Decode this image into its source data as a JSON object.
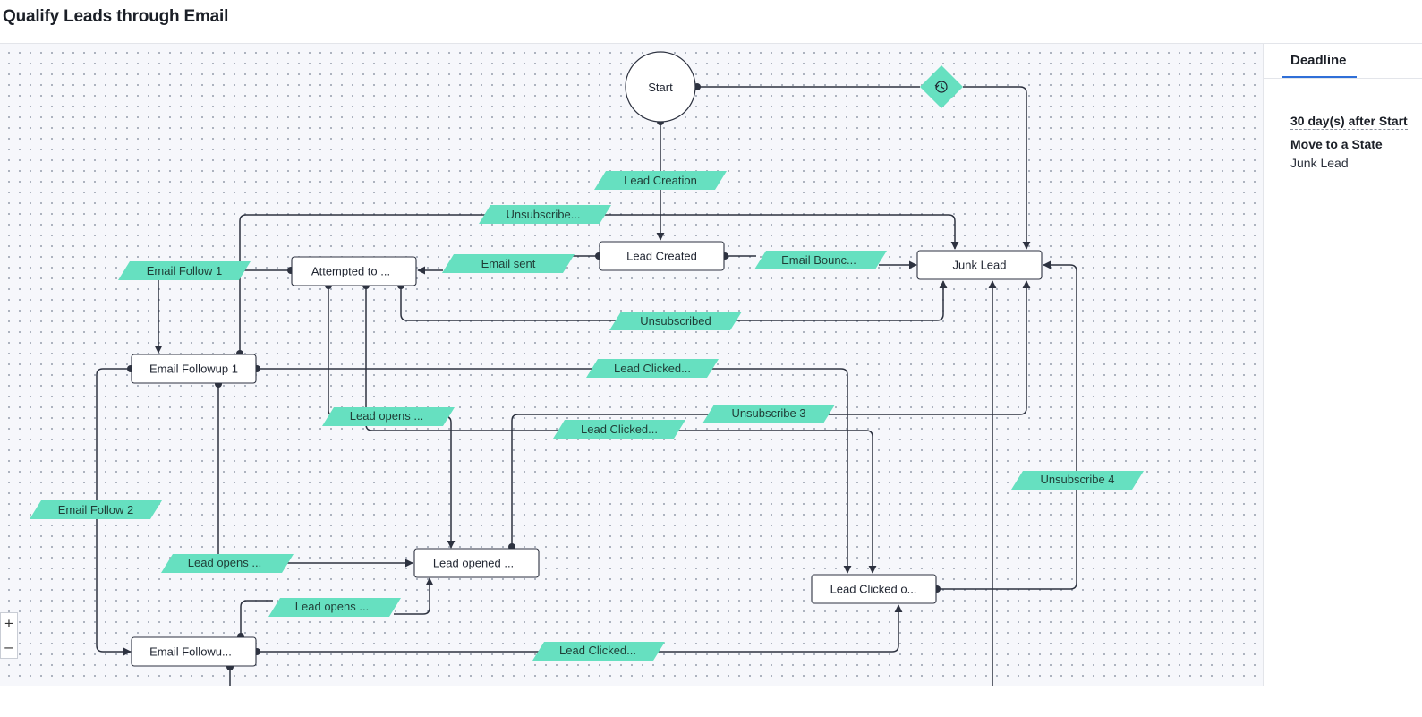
{
  "header": {
    "title": "Qualify Leads through Email"
  },
  "colors": {
    "node_border": "#2d3240",
    "transition_fill": "#66e0c0",
    "edge": "#2d3240",
    "tab_underline": "#2f6fd8",
    "canvas_bg": "#f6f7fb"
  },
  "nodes": [
    {
      "id": "start",
      "label": "Start",
      "shape": "circle"
    },
    {
      "id": "timer",
      "label": "",
      "shape": "diamond",
      "icon": "clock-icon"
    },
    {
      "id": "lead_created",
      "label": "Lead Created"
    },
    {
      "id": "junk_lead",
      "label": "Junk Lead"
    },
    {
      "id": "attempted",
      "label": "Attempted to ..."
    },
    {
      "id": "followup1",
      "label": "Email Followup 1"
    },
    {
      "id": "opened",
      "label": "Lead opened ..."
    },
    {
      "id": "clicked",
      "label": "Lead Clicked o..."
    },
    {
      "id": "followup2",
      "label": "Email Followu..."
    }
  ],
  "transitions": [
    {
      "id": "lead_creation",
      "label": "Lead Creation"
    },
    {
      "id": "unsubscribe_top",
      "label": "Unsubscribe..."
    },
    {
      "id": "email_sent",
      "label": "Email sent"
    },
    {
      "id": "email_bounce",
      "label": "Email Bounc..."
    },
    {
      "id": "email_follow1",
      "label": "Email Follow 1"
    },
    {
      "id": "unsubscribed",
      "label": "Unsubscribed"
    },
    {
      "id": "lead_clicked1",
      "label": "Lead Clicked..."
    },
    {
      "id": "lead_opens1",
      "label": "Lead opens ..."
    },
    {
      "id": "unsubscribe3",
      "label": "Unsubscribe 3"
    },
    {
      "id": "lead_clicked2",
      "label": "Lead Clicked..."
    },
    {
      "id": "unsubscribe4",
      "label": "Unsubscribe 4"
    },
    {
      "id": "email_follow2",
      "label": "Email Follow 2"
    },
    {
      "id": "lead_opens2",
      "label": "Lead opens ..."
    },
    {
      "id": "lead_opens3",
      "label": "Lead opens ..."
    },
    {
      "id": "lead_clicked3",
      "label": "Lead Clicked..."
    }
  ],
  "zoom": {
    "in_label": "+",
    "out_label": "–"
  },
  "panel": {
    "tab_label": "Deadline",
    "condition": "30 day(s) after Start",
    "action_label": "Move to a State",
    "action_value": "Junk Lead"
  }
}
